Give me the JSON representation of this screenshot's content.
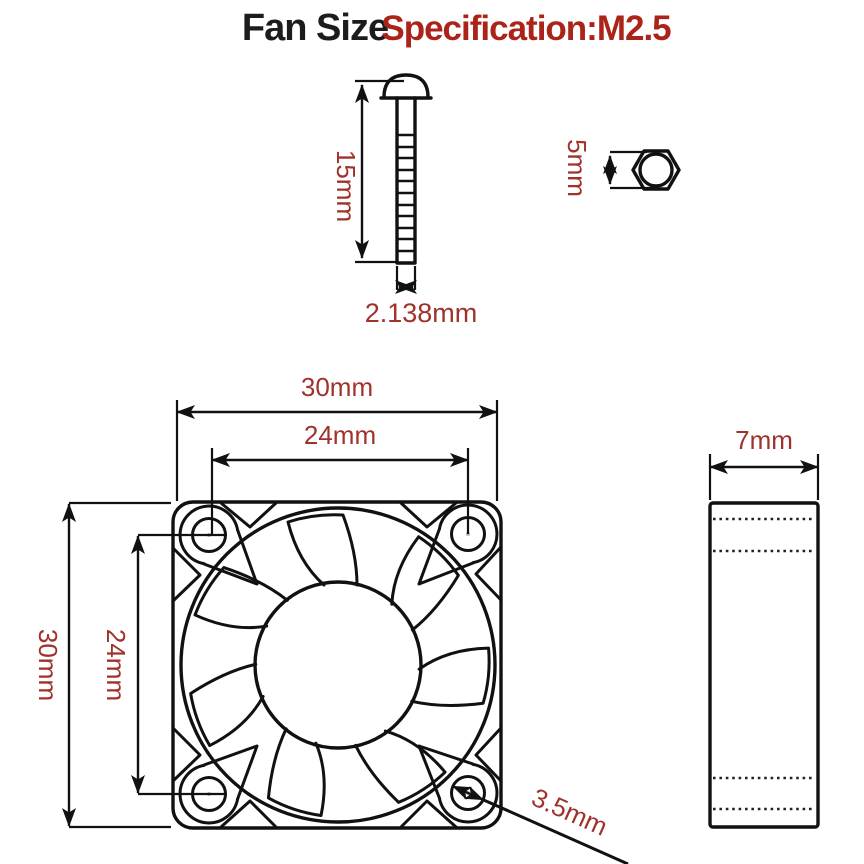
{
  "title": {
    "main": "Fan Size",
    "spec": "Specification:M2.5"
  },
  "screw": {
    "length_label": "15mm",
    "diameter_label": "2.138mm"
  },
  "nut": {
    "height_label": "5mm"
  },
  "fan_front": {
    "width_label": "30mm",
    "hole_spacing_top_label": "24mm",
    "height_label": "30mm",
    "hole_spacing_left_label": "24mm",
    "hole_diameter_label": "3.5mm"
  },
  "fan_side": {
    "depth_label": "7mm"
  },
  "colors": {
    "title_red": "#ab241a",
    "dimension_red": "#a0322c",
    "line": "#111111"
  }
}
